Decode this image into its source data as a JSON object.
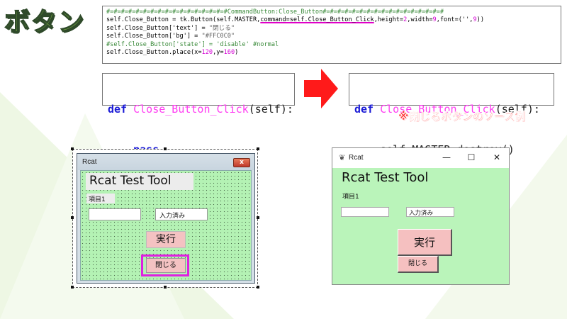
{
  "page": {
    "title": "ボタン",
    "caption": "※閉じるボタンのソース例",
    "colors": {
      "title_fill": "#a3e84b",
      "caption": "#ff2a2a",
      "highlight": "#e020e0",
      "arrow": "#ff1a1a",
      "form_bg": "#b4f2b4",
      "button_bg": "#f4c2c2"
    }
  },
  "code_top": {
    "lines": [
      {
        "parts": [
          {
            "t": "#=#=#=#=#=#=#=#=#=#=#=#=#=#=#=#=#CommandButton:Close_Button#=#=#=#=#=#=#=#=#=#=#=#=#=#=#=#=#",
            "c": "green"
          }
        ]
      },
      {
        "parts": [
          {
            "t": "self.Close_Button = tk.Button(self.MASTER,",
            "c": "plain"
          },
          {
            "t": "command=self.Close_Button_Click",
            "c": "plain",
            "u": true
          },
          {
            "t": ",height=",
            "c": "plain"
          },
          {
            "t": "2",
            "c": "num"
          },
          {
            "t": ",width=",
            "c": "plain"
          },
          {
            "t": "9",
            "c": "num"
          },
          {
            "t": ",font=('',",
            "c": "plain"
          },
          {
            "t": "9",
            "c": "num"
          },
          {
            "t": "))",
            "c": "plain"
          }
        ]
      },
      {
        "parts": [
          {
            "t": "self.Close_Button['text'] = ",
            "c": "plain"
          },
          {
            "t": "\"閉じる\"",
            "c": "gray"
          }
        ]
      },
      {
        "parts": [
          {
            "t": "self.Close_Button['bg'] = ",
            "c": "plain"
          },
          {
            "t": "\"#FFC0C0\"",
            "c": "gray"
          }
        ]
      },
      {
        "parts": [
          {
            "t": "#self.Close_Button['state'] = 'disable' #normal",
            "c": "green"
          }
        ]
      },
      {
        "parts": [
          {
            "t": "self.Close_Button.place(x=",
            "c": "plain"
          },
          {
            "t": "120",
            "c": "num"
          },
          {
            "t": ",y=",
            "c": "plain"
          },
          {
            "t": "160",
            "c": "num"
          },
          {
            "t": ")",
            "c": "plain"
          }
        ]
      }
    ]
  },
  "code_before": {
    "def": "def",
    "func": "Close_Button_Click",
    "args": "(self):",
    "body": "pass"
  },
  "code_after": {
    "def": "def",
    "func": "Close_Button_Click",
    "args": "(self):",
    "body": "self.MASTER.destroy()"
  },
  "designer": {
    "window_title": "Rcat",
    "close_glyph": "x",
    "title_label": "Rcat Test Tool",
    "item_label": "項目1",
    "entry1_value": "",
    "entry2_value": "入力済み",
    "run_button": "実行",
    "close_button": "閉じる"
  },
  "runtime": {
    "window_title": "Rcat",
    "title_label": "Rcat Test Tool",
    "item_label": "項目1",
    "entry1_value": "",
    "entry2_value": "入力済み",
    "run_button": "実行",
    "close_button": "閉じる",
    "min_glyph": "—",
    "max_glyph": "☐",
    "close_glyph": "✕"
  }
}
